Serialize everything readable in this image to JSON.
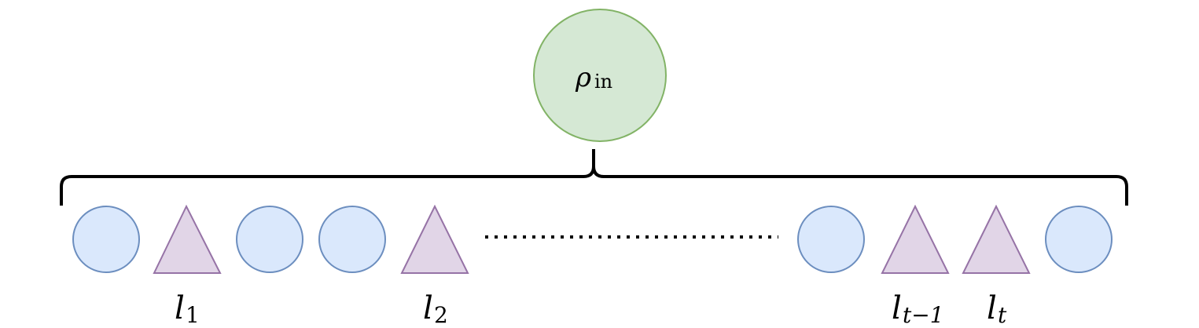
{
  "diagram": {
    "top_node": {
      "symbol": "ρ",
      "subscript": "in",
      "fill": "#d5e8d4",
      "stroke": "#82b366"
    },
    "circle_style": {
      "fill": "#dae8fc",
      "stroke": "#6c8ebf"
    },
    "triangle_style": {
      "fill": "#e1d5e7",
      "stroke": "#9673a6"
    },
    "sequence": [
      "circle",
      "triangle",
      "circle",
      "circle",
      "triangle",
      "dots",
      "circle",
      "triangle",
      "triangle",
      "circle"
    ],
    "labels": [
      {
        "base": "l",
        "sub": "1"
      },
      {
        "base": "l",
        "sub": "2"
      },
      {
        "base": "l",
        "sub": "t−1"
      },
      {
        "base": "l",
        "sub": "t"
      }
    ]
  }
}
